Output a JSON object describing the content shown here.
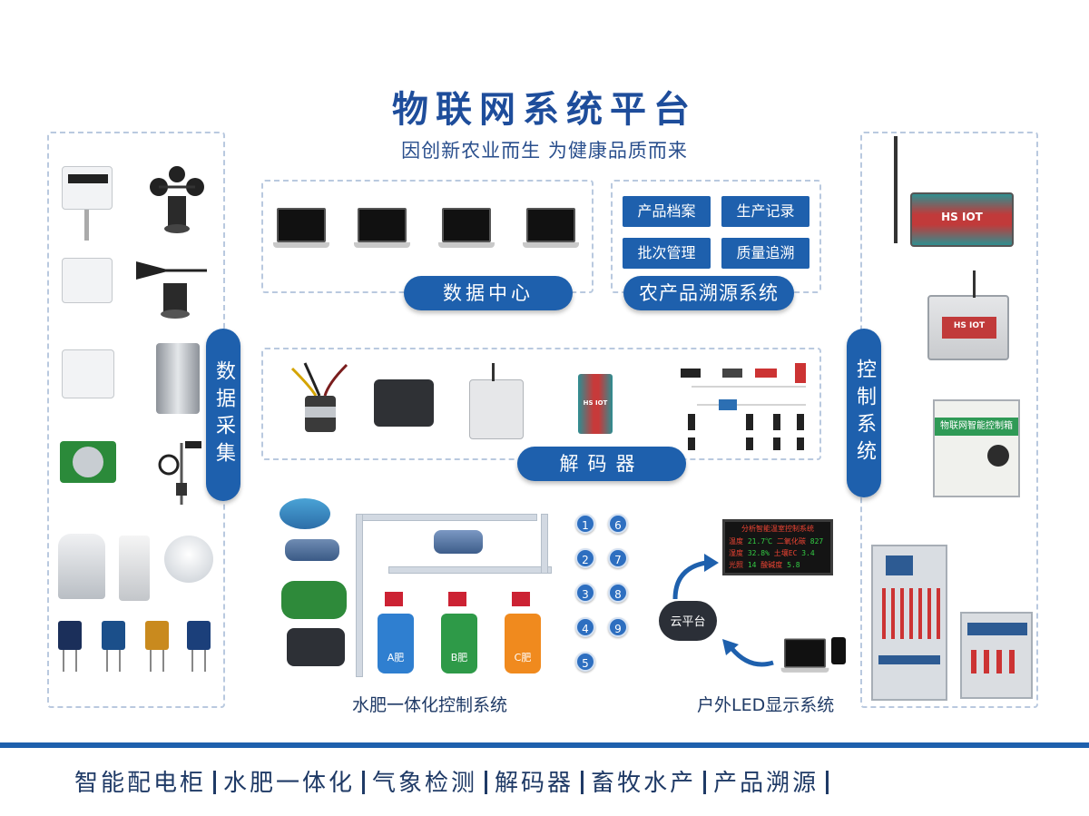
{
  "header": {
    "title": "物联网系统平台",
    "subtitle": "因创新农业而生 为健康品质而来"
  },
  "sections": {
    "data_collection": "数据采集",
    "control_system": "控制系统",
    "data_center": "数据中心",
    "traceability": "农产品溯源系统",
    "decoder": "解码器",
    "fertigation": "水肥一体化控制系统",
    "led_display": "户外LED显示系统",
    "cloud": "云平台"
  },
  "trace_buttons": [
    "产品档案",
    "生产记录",
    "批次管理",
    "质量追溯"
  ],
  "valve_numbers": [
    "1",
    "2",
    "3",
    "4",
    "5",
    "6",
    "7",
    "8",
    "9"
  ],
  "tank_labels": [
    "A肥",
    "B肥",
    "C肥"
  ],
  "device_brand": "HS IOT",
  "led_panel": {
    "title": "分析智能温室控制系统",
    "rows": [
      {
        "l1": "温度",
        "v1": "21.7℃",
        "l2": "二氧化碳",
        "v2": "827"
      },
      {
        "l1": "湿度",
        "v1": "32.8%",
        "l2": "土壤EC",
        "v2": "3.4"
      },
      {
        "l1": "光照",
        "v1": "14",
        "l2": "酸碱度",
        "v2": "5.8"
      }
    ]
  },
  "control_box_label": "物联网智能控制箱",
  "footer": [
    "智能配电柜",
    "水肥一体化",
    "气象检测",
    "解码器",
    "畜牧水产",
    "产品溯源"
  ],
  "colors": {
    "brand_blue": "#1e60ad",
    "text_dark": "#1f3a66",
    "dash": "#b9c9df"
  }
}
